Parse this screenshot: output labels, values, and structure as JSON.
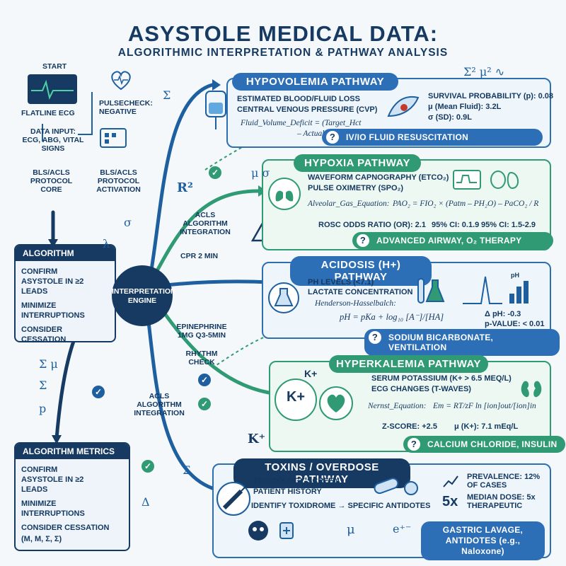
{
  "title": "ASYSTOLE MEDICAL DATA:",
  "subtitle": "ALGORITHMIC INTERPRETATION & PATHWAY ANALYSIS",
  "left": {
    "start": "START",
    "flatline": "FLATLINE ECG",
    "pulsecheck": "PULSECHECK: NEGATIVE",
    "data_input": "DATA INPUT: ECG, ABG, VITAL SIGNS",
    "bls_core": "BLS/ACLS PROTOCOL CORE",
    "bls_activation": "BLS/ACLS PROTOCOL ACTIVATION",
    "algorithm": {
      "header": "ALGORITHM",
      "items": [
        "CONFIRM ASYSTOLE IN ≥2 LEADS",
        "MINIMIZE INTERRUPTIONS",
        "CONSIDER CESSATION"
      ]
    },
    "metrics": {
      "header": "ALGORITHM METRICS",
      "items": [
        "CONFIRM ASYSTOLE IN ≥2 LEADS",
        "MINIMIZE INTERRUPTIONS",
        "CONSIDER CESSATION"
      ],
      "note": "(m, μ, σ, σ)"
    }
  },
  "center": {
    "engine": "INTERPRETATION ENGINE",
    "acls1": "ACLS ALGORITHM INTEGRATION",
    "cpr": "CPR 2 MIN",
    "epi": "EPINEPHRINE 1mg q3-5min",
    "rhythm": "RHYTHM CHECK",
    "acls2": "ACLS ALGORITHM INTEGRATION",
    "r2": "R²",
    "ks": "K⁺ σ⁻"
  },
  "hypovolemia": {
    "header": "HYPOVOLEMIA PATHWAY",
    "items": [
      "ESTIMATED BLOOD/FLUID LOSS",
      "CENTRAL VENOUS PRESSURE (CVP)"
    ],
    "eq1": "Fluid_Volume_Deficit = (Target_Hct",
    "eq2": "– Actual_Hct) × EBV",
    "stat1": "SURVIVAL PROBABILITY (p): 0.08",
    "stat2": "μ (Mean Fluid): 3.2L",
    "stat3": "σ (SD): 0.9L",
    "footer": "IV/IO FLUID RESUSCITATION"
  },
  "hypoxia": {
    "header": "HYPOXIA PATHWAY",
    "items": [
      "WAVEFORM CAPNOGRAPHY (ETCO₂)",
      "PULSE OXIMETRY (SpO₂)"
    ],
    "eq_label": "Alveolar_Gas_Equation:",
    "eq": "PAO₂ = FIO₂ × (Patm – PH₂O) – PaCO₂ / R",
    "stat1": "ROSC ODDS RATIO (OR): 2.1",
    "stat2": "95% CI: 0.1.9",
    "stat3": "95% CI: 1.5-2.9",
    "footer": "ADVANCED AIRWAY, O₂ THERAPY"
  },
  "acidosis": {
    "header": "ACIDOSIS (H+) PATHWAY",
    "items": [
      "pH LEVELS (<7.1)",
      "LACTATE CONCENTRATION"
    ],
    "eq_label": "Henderson-Hasselbalch:",
    "eq": "pH = pKa + log₁₀ [A⁻]/[HA]",
    "stat1": "Δ pH: -0.3",
    "stat2": "p-VALUE: < 0.01",
    "ph_label": "pH",
    "footer": "SODIUM BICARBONATE, VENTILATION"
  },
  "hyperkalemia": {
    "header": "HYPERKALEMIA PATHWAY",
    "kplus": "K+",
    "items": [
      "SERUM POTASSIUM (K+ > 6.5 mEq/L)",
      "ECG CHANGES (T-waves)"
    ],
    "eq_label": "Nernst_Equation:",
    "eq": "Em = RT/zF ln [ion]out/[ion]in",
    "stat1": "Z-SCORE: +2.5",
    "stat2": "μ (K+): 7.1 mEq/L",
    "footer": "CALCIUM CHLORIDE, INSULIN"
  },
  "toxins": {
    "header": "TOXINS / OVERDOSE PATHWAY",
    "items": [
      "TOXICOLOGY SCREEN",
      "PATIENT HISTORY"
    ],
    "identify": "IDENTIFY TOXIDROME → SPECIFIC ANTIDOTES",
    "stat1": "PREVALENCE: 12% OF CASES",
    "five_x": "5x",
    "stat2": "MEDIAN DOSE: 5x THERAPEUTIC",
    "footer": "GASTRIC LAVAGE, ANTIDOTES (e.g., Naloxone)",
    "mu": "μ",
    "eplus": "e⁺⁻"
  },
  "colors": {
    "navy": "#163a62",
    "blue": "#2d6fb7",
    "green": "#2f9a74"
  }
}
